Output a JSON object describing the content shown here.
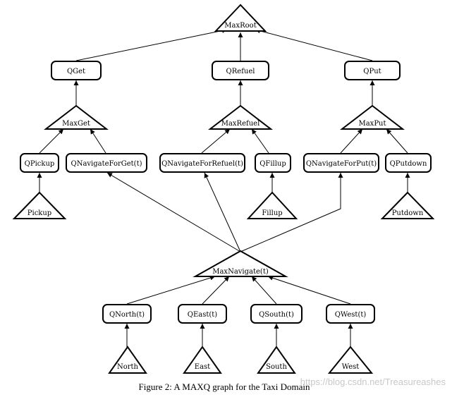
{
  "diagram": {
    "max_nodes": {
      "root": "MaxRoot",
      "get": "MaxGet",
      "refuel": "MaxRefuel",
      "put": "MaxPut",
      "navigate": "MaxNavigate(t)"
    },
    "q_nodes": {
      "get": "QGet",
      "refuel": "QRefuel",
      "put": "QPut",
      "pickup": "QPickup",
      "navigate_for_get": "QNavigateForGet(t)",
      "navigate_for_refuel": "QNavigateForRefuel(t)",
      "fillup": "QFillup",
      "navigate_for_put": "QNavigateForPut(t)",
      "putdown": "QPutdown",
      "north": "QNorth(t)",
      "east": "QEast(t)",
      "south": "QSouth(t)",
      "west": "QWest(t)"
    },
    "primitive_actions": {
      "pickup": "Pickup",
      "fillup": "Fillup",
      "putdown": "Putdown",
      "north": "North",
      "east": "East",
      "south": "South",
      "west": "West"
    }
  },
  "caption": "Figure 2: A MAXQ graph for the Taxi Domain",
  "watermark": "https://blog.csdn.net/Treasureashes"
}
